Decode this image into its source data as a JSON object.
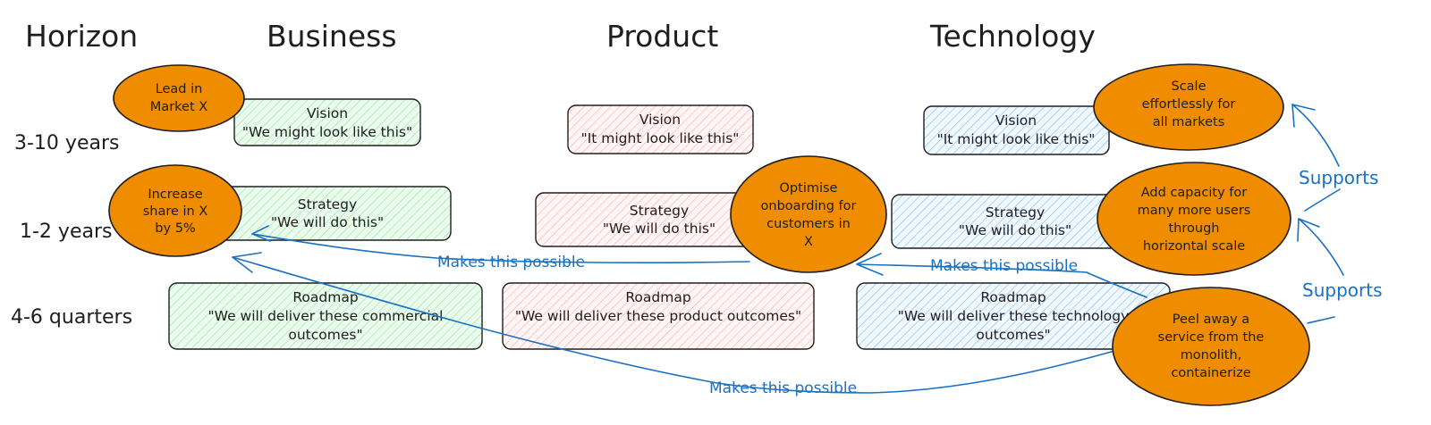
{
  "headers": {
    "horizon": "Horizon",
    "business": "Business",
    "product": "Product",
    "technology": "Technology"
  },
  "rows": {
    "long_term": "3-10 years",
    "mid_term": "1-2 years",
    "short_term": "4-6 quarters"
  },
  "boxes": {
    "business_vision": [
      "Vision",
      "\"We might look like this\""
    ],
    "business_strategy": [
      "Strategy",
      "\"We will do this\""
    ],
    "business_roadmap": [
      "Roadmap",
      "\"We will deliver these commercial",
      "outcomes\""
    ],
    "product_vision": [
      "Vision",
      "\"It might look like this\""
    ],
    "product_strategy": [
      "Strategy",
      "\"We will do this\""
    ],
    "product_roadmap": [
      "Roadmap",
      "\"We will deliver these product outcomes\""
    ],
    "technology_vision": [
      "Vision",
      "\"It might look like this\""
    ],
    "technology_strategy": [
      "Strategy",
      "\"We will do this\""
    ],
    "technology_roadmap": [
      "Roadmap",
      "\"We will deliver these technology",
      "outcomes\""
    ]
  },
  "ellipses": {
    "lead_market": [
      "Lead in",
      "Market X"
    ],
    "increase_share": [
      "Increase",
      "share in X",
      "by 5%"
    ],
    "optimise_onboarding": [
      "Optimise",
      "onboarding for",
      "customers in",
      "X"
    ],
    "scale": [
      "Scale",
      "effortlessly for",
      "all markets"
    ],
    "add_capacity": [
      "Add capacity for",
      "many more users",
      "through",
      "horizontal scale"
    ],
    "peel_service": [
      "Peel away a",
      "service from the",
      "monolith,",
      "containerize"
    ]
  },
  "links": {
    "product_to_business": "Makes this possible",
    "tech_to_product": "Makes this possible",
    "tech_to_business": "Makes this possible",
    "supports_upper": "Supports",
    "supports_lower": "Supports"
  },
  "colors": {
    "business_fill": "#d3f9d8",
    "business_hatch": "#8ce99a",
    "product_fill": "#ffe3e3",
    "product_hatch": "#ffa8a8",
    "technology_fill": "#e7f5ff",
    "technology_hatch": "#74c0fc",
    "ellipse_fill": "#f08c00",
    "arrow": "#1971c2",
    "stroke": "#1e1e1e"
  }
}
